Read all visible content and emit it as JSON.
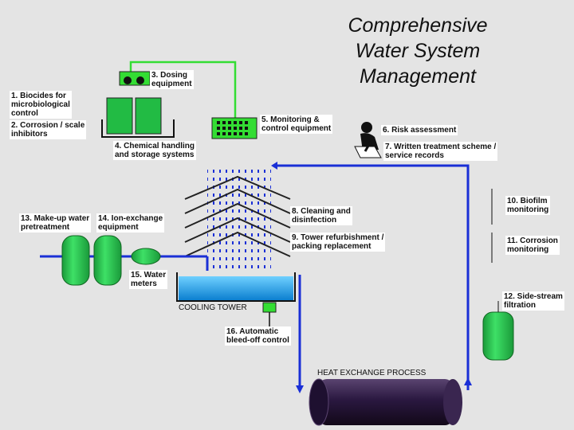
{
  "title": "Comprehensive\nWater System\nManagement",
  "labels": {
    "dosing": "3. Dosing\nequipment",
    "biocides": "1. Biocides for\nmicrobiological\ncontrol",
    "corrosion_inhib": "2. Corrosion / scale\ninhibitors",
    "chemical_storage": "4. Chemical handling\nand storage systems",
    "monitoring": "5. Monitoring &\ncontrol equipment",
    "risk": "6. Risk assessment",
    "treatment": "7. Written treatment scheme /\nservice records",
    "cleaning": "8. Cleaning and\ndisinfection",
    "refurb": "9. Tower refurbishment /\npacking replacement",
    "biofilm": "10. Biofilm\nmonitoring",
    "corrosion_mon": "11. Corrosion\nmonitoring",
    "sidestream": "12. Side-stream\nfiltration",
    "makeup": "13. Make-up water\npretreatment",
    "ion_exchange": "14. Ion-exchange\nequipment",
    "meters": "15. Water\nmeters",
    "bleed": "16. Automatic\nbleed-off control",
    "cooling_tower": "COOLING TOWER",
    "heat_exchange": "HEAT EXCHANGE PROCESS"
  },
  "icons": {
    "operator": "person-at-desk-icon"
  },
  "colors": {
    "background": "#e4e4e4",
    "green_pipe": "#33dd33",
    "blue_pipe": "#1a2fd6",
    "equipment": "#22bb44",
    "water": "#1aa6ee",
    "heat_exchanger": "#2a1840"
  }
}
